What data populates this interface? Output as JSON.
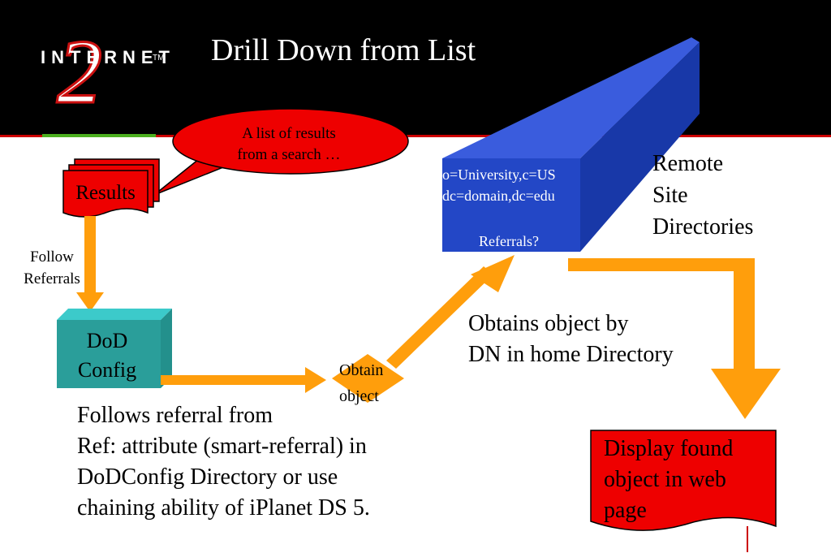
{
  "slide": {
    "title": "Drill Down from List",
    "logo": {
      "wordmark": "INTERNET",
      "tm": "TM",
      "numeral": "2"
    }
  },
  "nodes": {
    "speech_bubble": {
      "lines": [
        "A list of results",
        "from a search …"
      ]
    },
    "results": {
      "label": "Results"
    },
    "follow_referrals": {
      "lines": [
        "Follow",
        "Referrals"
      ]
    },
    "dod_config": {
      "lines": [
        "DoD",
        "Config"
      ]
    },
    "obtain_object": {
      "lines": [
        "Obtain",
        "object"
      ]
    },
    "remote_directory": {
      "lines": [
        "o=University,c=US",
        "dc=domain,dc=edu",
        "Referrals?"
      ],
      "caption": [
        "Remote",
        "Site",
        "Directories"
      ]
    },
    "obtains_note": {
      "lines": [
        "Obtains object by",
        "DN in home Directory"
      ]
    },
    "follows_note": {
      "lines": [
        "Follows referral from",
        "Ref: attribute (smart-referral) in",
        "DoDConfig Directory or use",
        "chaining ability of iPlanet DS 5."
      ]
    },
    "display": {
      "lines": [
        "Display found",
        "object in web",
        "page"
      ]
    }
  },
  "colors": {
    "background": "#ffffff",
    "header": "#000000",
    "header_rule": "#cc0000",
    "accent_green": "#4caf1f",
    "arrow_orange": "#ff9e0c",
    "red_node": "#ee0000",
    "teal_node": "#2a9e9a",
    "blue_front": "#2347c6",
    "blue_side": "#1838a8",
    "blue_top": "#3a5cdd"
  }
}
